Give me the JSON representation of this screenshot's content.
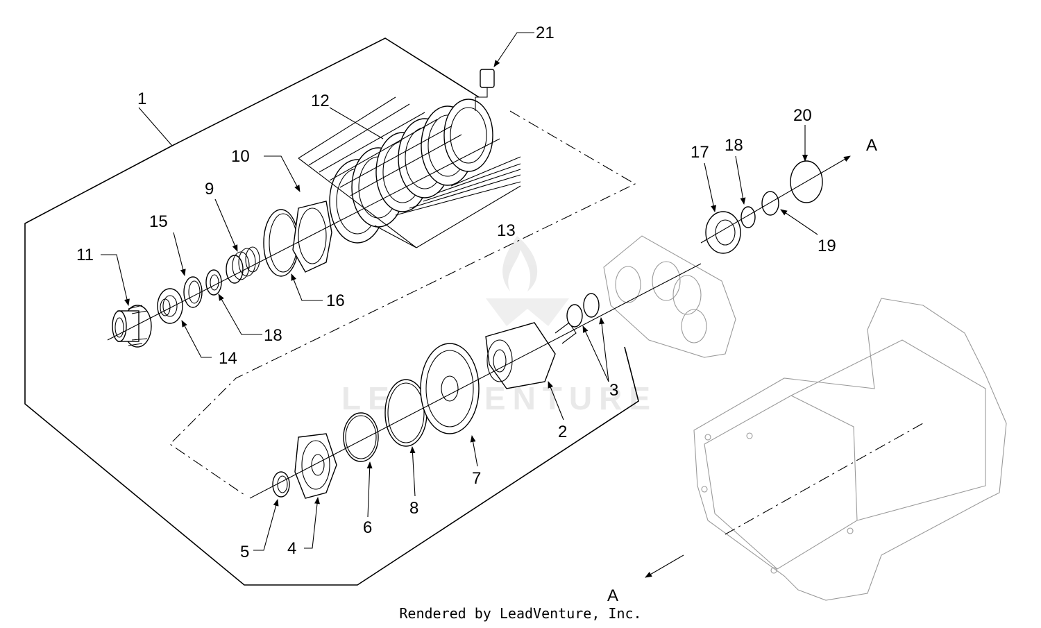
{
  "callouts": {
    "c1": "1",
    "c2": "2",
    "c3": "3",
    "c4": "4",
    "c5": "5",
    "c6": "6",
    "c7": "7",
    "c8": "8",
    "c9": "9",
    "c10": "10",
    "c11": "11",
    "c12": "12",
    "c13": "13",
    "c14": "14",
    "c15": "15",
    "c16": "16",
    "c17": "17",
    "c18a": "18",
    "c18b": "18",
    "c19": "19",
    "c20": "20",
    "c21": "21"
  },
  "section_refs": {
    "a_top": "A",
    "a_bottom": "A"
  },
  "watermark": "LEADVENTURE",
  "footer": "Rendered by LeadVenture, Inc."
}
